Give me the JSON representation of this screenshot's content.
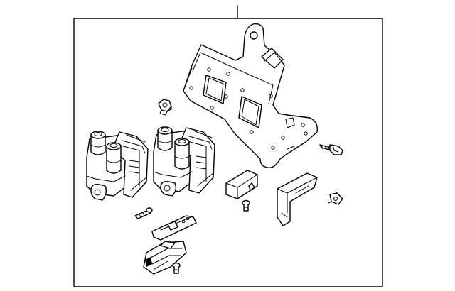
{
  "diagram": {
    "kind": "exploded-parts-view",
    "line_color": "#000000",
    "background_color": "#ffffff",
    "parts": [
      "ignition-coil-mounting-bracket",
      "ignition-coil-left",
      "ignition-coil-right",
      "hex-nut",
      "flange-bolt",
      "small-bolt",
      "connector-plug",
      "coil-bracket",
      "screw",
      "wiring-harness-connector",
      "terminal-clip",
      "harness-connector"
    ]
  }
}
